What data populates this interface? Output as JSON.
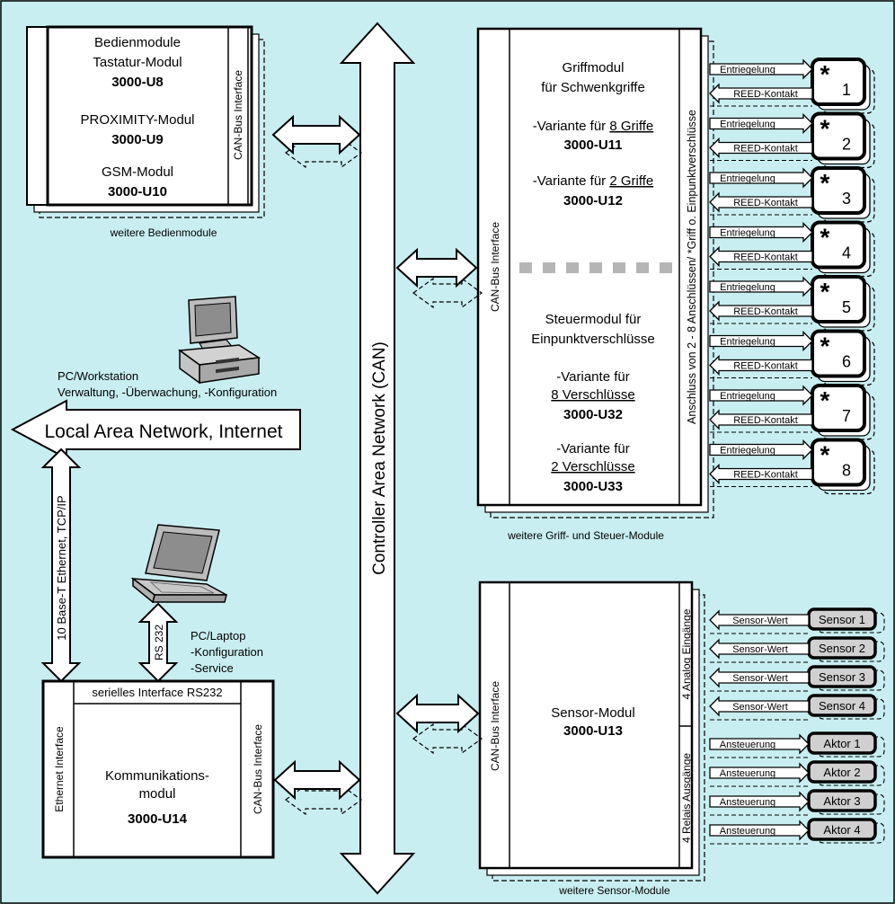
{
  "colors": {
    "background": "#c9eef1",
    "box_fill": "#ffffff",
    "stroke": "#000000",
    "shadow_fill": "#c9c9c9"
  },
  "bus": {
    "label": "Controller Area Network (CAN)"
  },
  "operator_modules": {
    "interface": "CAN-Bus Interface",
    "lines": [
      {
        "text": "Bedienmodule",
        "bold": false
      },
      {
        "text": "Tastatur-Modul",
        "bold": false
      },
      {
        "text": "3000-U8",
        "bold": true
      },
      {
        "text": "PROXIMITY-Modul",
        "bold": false
      },
      {
        "text": "3000-U9",
        "bold": true
      },
      {
        "text": "GSM-Modul",
        "bold": false
      },
      {
        "text": "3000-U10",
        "bold": true
      }
    ],
    "more": "weitere Bedienmodule"
  },
  "pc_workstation": {
    "line1": "PC/Workstation",
    "line2": "Verwaltung, -Überwachung, -Konfiguration",
    "icon": "desktop-computer-icon"
  },
  "lan": {
    "label": "Local Area Network, Internet"
  },
  "ethernet_link": {
    "label": "10 Base-T Ethernet, TCP/IP"
  },
  "laptop": {
    "label": "RS 232",
    "line1": "PC/Laptop",
    "line2": "-Konfiguration",
    "line3": "-Service",
    "icon": "laptop-icon"
  },
  "comm_module": {
    "ethernet_interface": "Ethernet Interface",
    "serial_interface": "serielles Interface RS232",
    "interface": "CAN-Bus Interface",
    "line1": "Kommunikations-",
    "line2": "modul",
    "code": "3000-U14"
  },
  "grip_module": {
    "interface": "CAN-Bus Interface",
    "lines": [
      {
        "segments": [
          {
            "text": "Griffmodul"
          }
        ]
      },
      {
        "segments": [
          {
            "text": "für Schwenkgriffe"
          }
        ]
      },
      {
        "segments": [
          {
            "text": "-Variante für "
          },
          {
            "text": "8 Griffe",
            "u": true
          }
        ]
      },
      {
        "segments": [
          {
            "text": "3000-U11",
            "b": true
          }
        ]
      },
      {
        "segments": [
          {
            "text": "-Variante für "
          },
          {
            "text": "2 Griffe",
            "u": true
          }
        ]
      },
      {
        "segments": [
          {
            "text": "3000-U12",
            "b": true
          }
        ]
      },
      {
        "segments": [
          {
            "text": "Steuermodul für"
          }
        ]
      },
      {
        "segments": [
          {
            "text": "Einpunktverschlüsse"
          }
        ]
      },
      {
        "segments": [
          {
            "text": "-Variante für"
          }
        ]
      },
      {
        "segments": [
          {
            "text": "8 Verschlüsse",
            "u": true
          }
        ]
      },
      {
        "segments": [
          {
            "text": "3000-U32",
            "b": true
          }
        ]
      },
      {
        "segments": [
          {
            "text": "-Variante für"
          }
        ]
      },
      {
        "segments": [
          {
            "text": "2 Verschlüsse",
            "u": true
          }
        ]
      },
      {
        "segments": [
          {
            "text": "3000-U33",
            "b": true
          }
        ]
      }
    ],
    "right_label": "Anschluss von 2 - 8 Anschlüssen/ *Griff o. Einpunktverschlüsse",
    "out_label": "Entriegelung",
    "in_label": "REED-Kontakt",
    "star": "*",
    "channels": [
      "1",
      "2",
      "3",
      "4",
      "5",
      "6",
      "7",
      "8"
    ],
    "more": "weitere Griff- und Steuer-Module"
  },
  "sensor_module": {
    "interface": "CAN-Bus Interface",
    "name": "Sensor-Modul",
    "code": "3000-U13",
    "inputs_label": "4 Analog Eingänge",
    "outputs_label": "4 Relais Ausgänge",
    "sensor_signal": "Sensor-Wert",
    "actor_signal": "Ansteuerung",
    "sensors": [
      "Sensor 1",
      "Sensor 2",
      "Sensor 3",
      "Sensor 4"
    ],
    "actors": [
      "Aktor 1",
      "Aktor 2",
      "Aktor 3",
      "Aktor 4"
    ],
    "more": "weitere Sensor-Module"
  }
}
